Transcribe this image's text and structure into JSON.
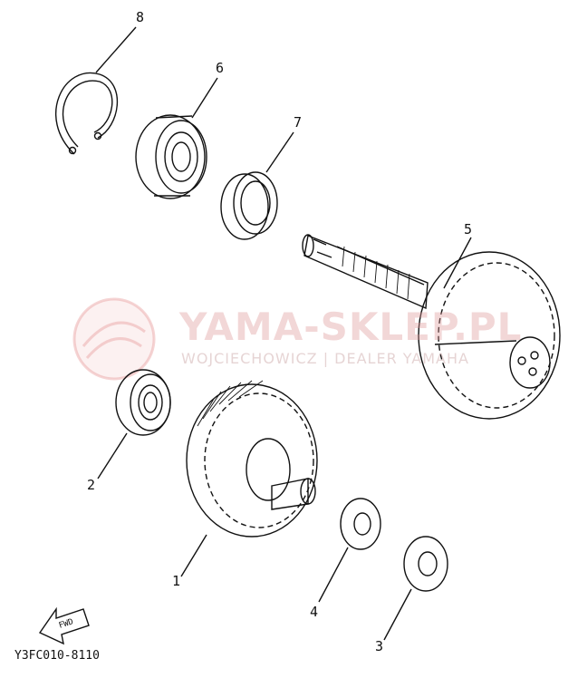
{
  "diagram": {
    "callouts": [
      "8",
      "6",
      "7",
      "5",
      "2",
      "1",
      "4",
      "3"
    ],
    "direction_label": "FWD",
    "drawing_code": "Y3FC010-8110"
  },
  "watermark": {
    "title": "YAMA-SKLEP.PL",
    "subtitle": "WOJCIECHOWICZ | DEALER YAMAHA",
    "color": "#e07a7a"
  }
}
